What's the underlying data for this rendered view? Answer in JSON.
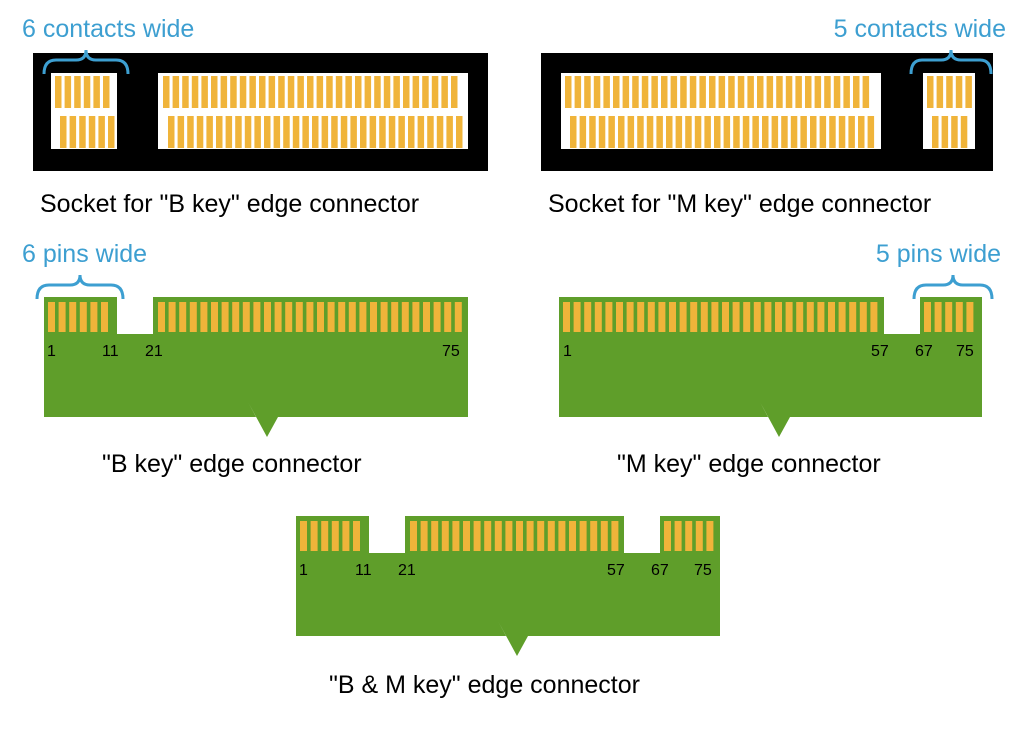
{
  "colors": {
    "background": "#ffffff",
    "socket_body": "#000000",
    "socket_slot": "#ffffff",
    "contact_gold": "#f0b43a",
    "pcb_green": "#5f9e2a",
    "annotation_blue": "#3d9fd1",
    "text": "#000000"
  },
  "socket_b": {
    "caption": "Socket for \"B key\" edge connector",
    "note": "6 contacts wide"
  },
  "socket_m": {
    "caption": "Socket for \"M key\" edge connector",
    "note": "5 contacts wide"
  },
  "card_b": {
    "caption": "\"B key\" edge connector",
    "note": "6 pins wide",
    "pin_labels": [
      "1",
      "11",
      "21",
      "75"
    ]
  },
  "card_m": {
    "caption": "\"M key\" edge connector",
    "note": "5 pins wide",
    "pin_labels": [
      "1",
      "57",
      "67",
      "75"
    ]
  },
  "card_bm": {
    "caption": "\"B & M key\" edge connector",
    "pin_labels": [
      "1",
      "11",
      "21",
      "57",
      "67",
      "75"
    ]
  }
}
